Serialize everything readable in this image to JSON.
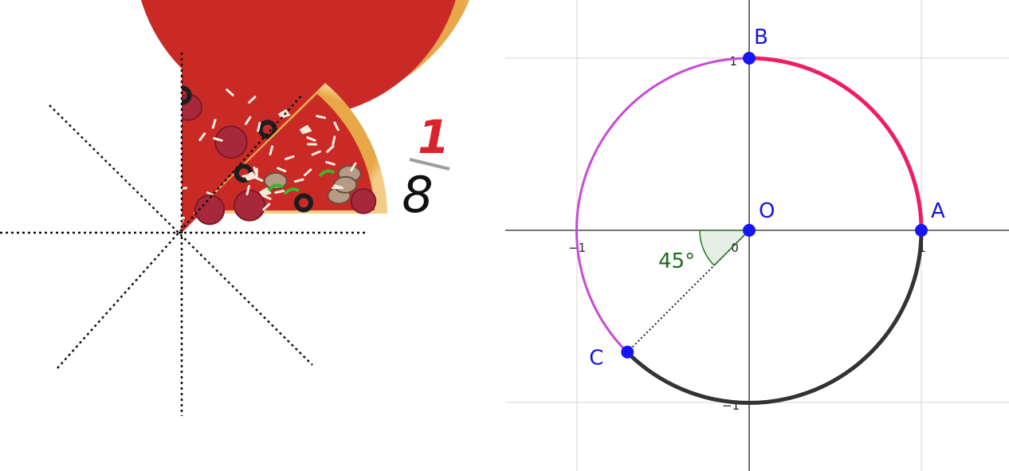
{
  "fraction": {
    "numerator": "1",
    "denominator": "8"
  },
  "colors": {
    "numerator": "#d9232d",
    "denominator": "#111111",
    "fraction_bar": "#9e9e9e",
    "arc_upper_left": "#c84ad6",
    "arc_upper_right": "#ee1e62",
    "arc_lower": "#333333",
    "points": "#1515f5",
    "angle": "#2a7a2a",
    "grid": "#d6d6d6",
    "axes": "#222222"
  },
  "graph": {
    "x_ticks": [
      "−1",
      "0",
      "1"
    ],
    "y_ticks": [
      "1",
      "−1"
    ],
    "points": [
      {
        "label": "B",
        "x": 0,
        "y": 1
      },
      {
        "label": "A",
        "x": 1,
        "y": 0
      },
      {
        "label": "O",
        "x": 0,
        "y": 0
      },
      {
        "label": "C",
        "x": -0.7071,
        "y": -0.7071
      }
    ],
    "angle_label": "45°",
    "angle_degrees": 45
  }
}
